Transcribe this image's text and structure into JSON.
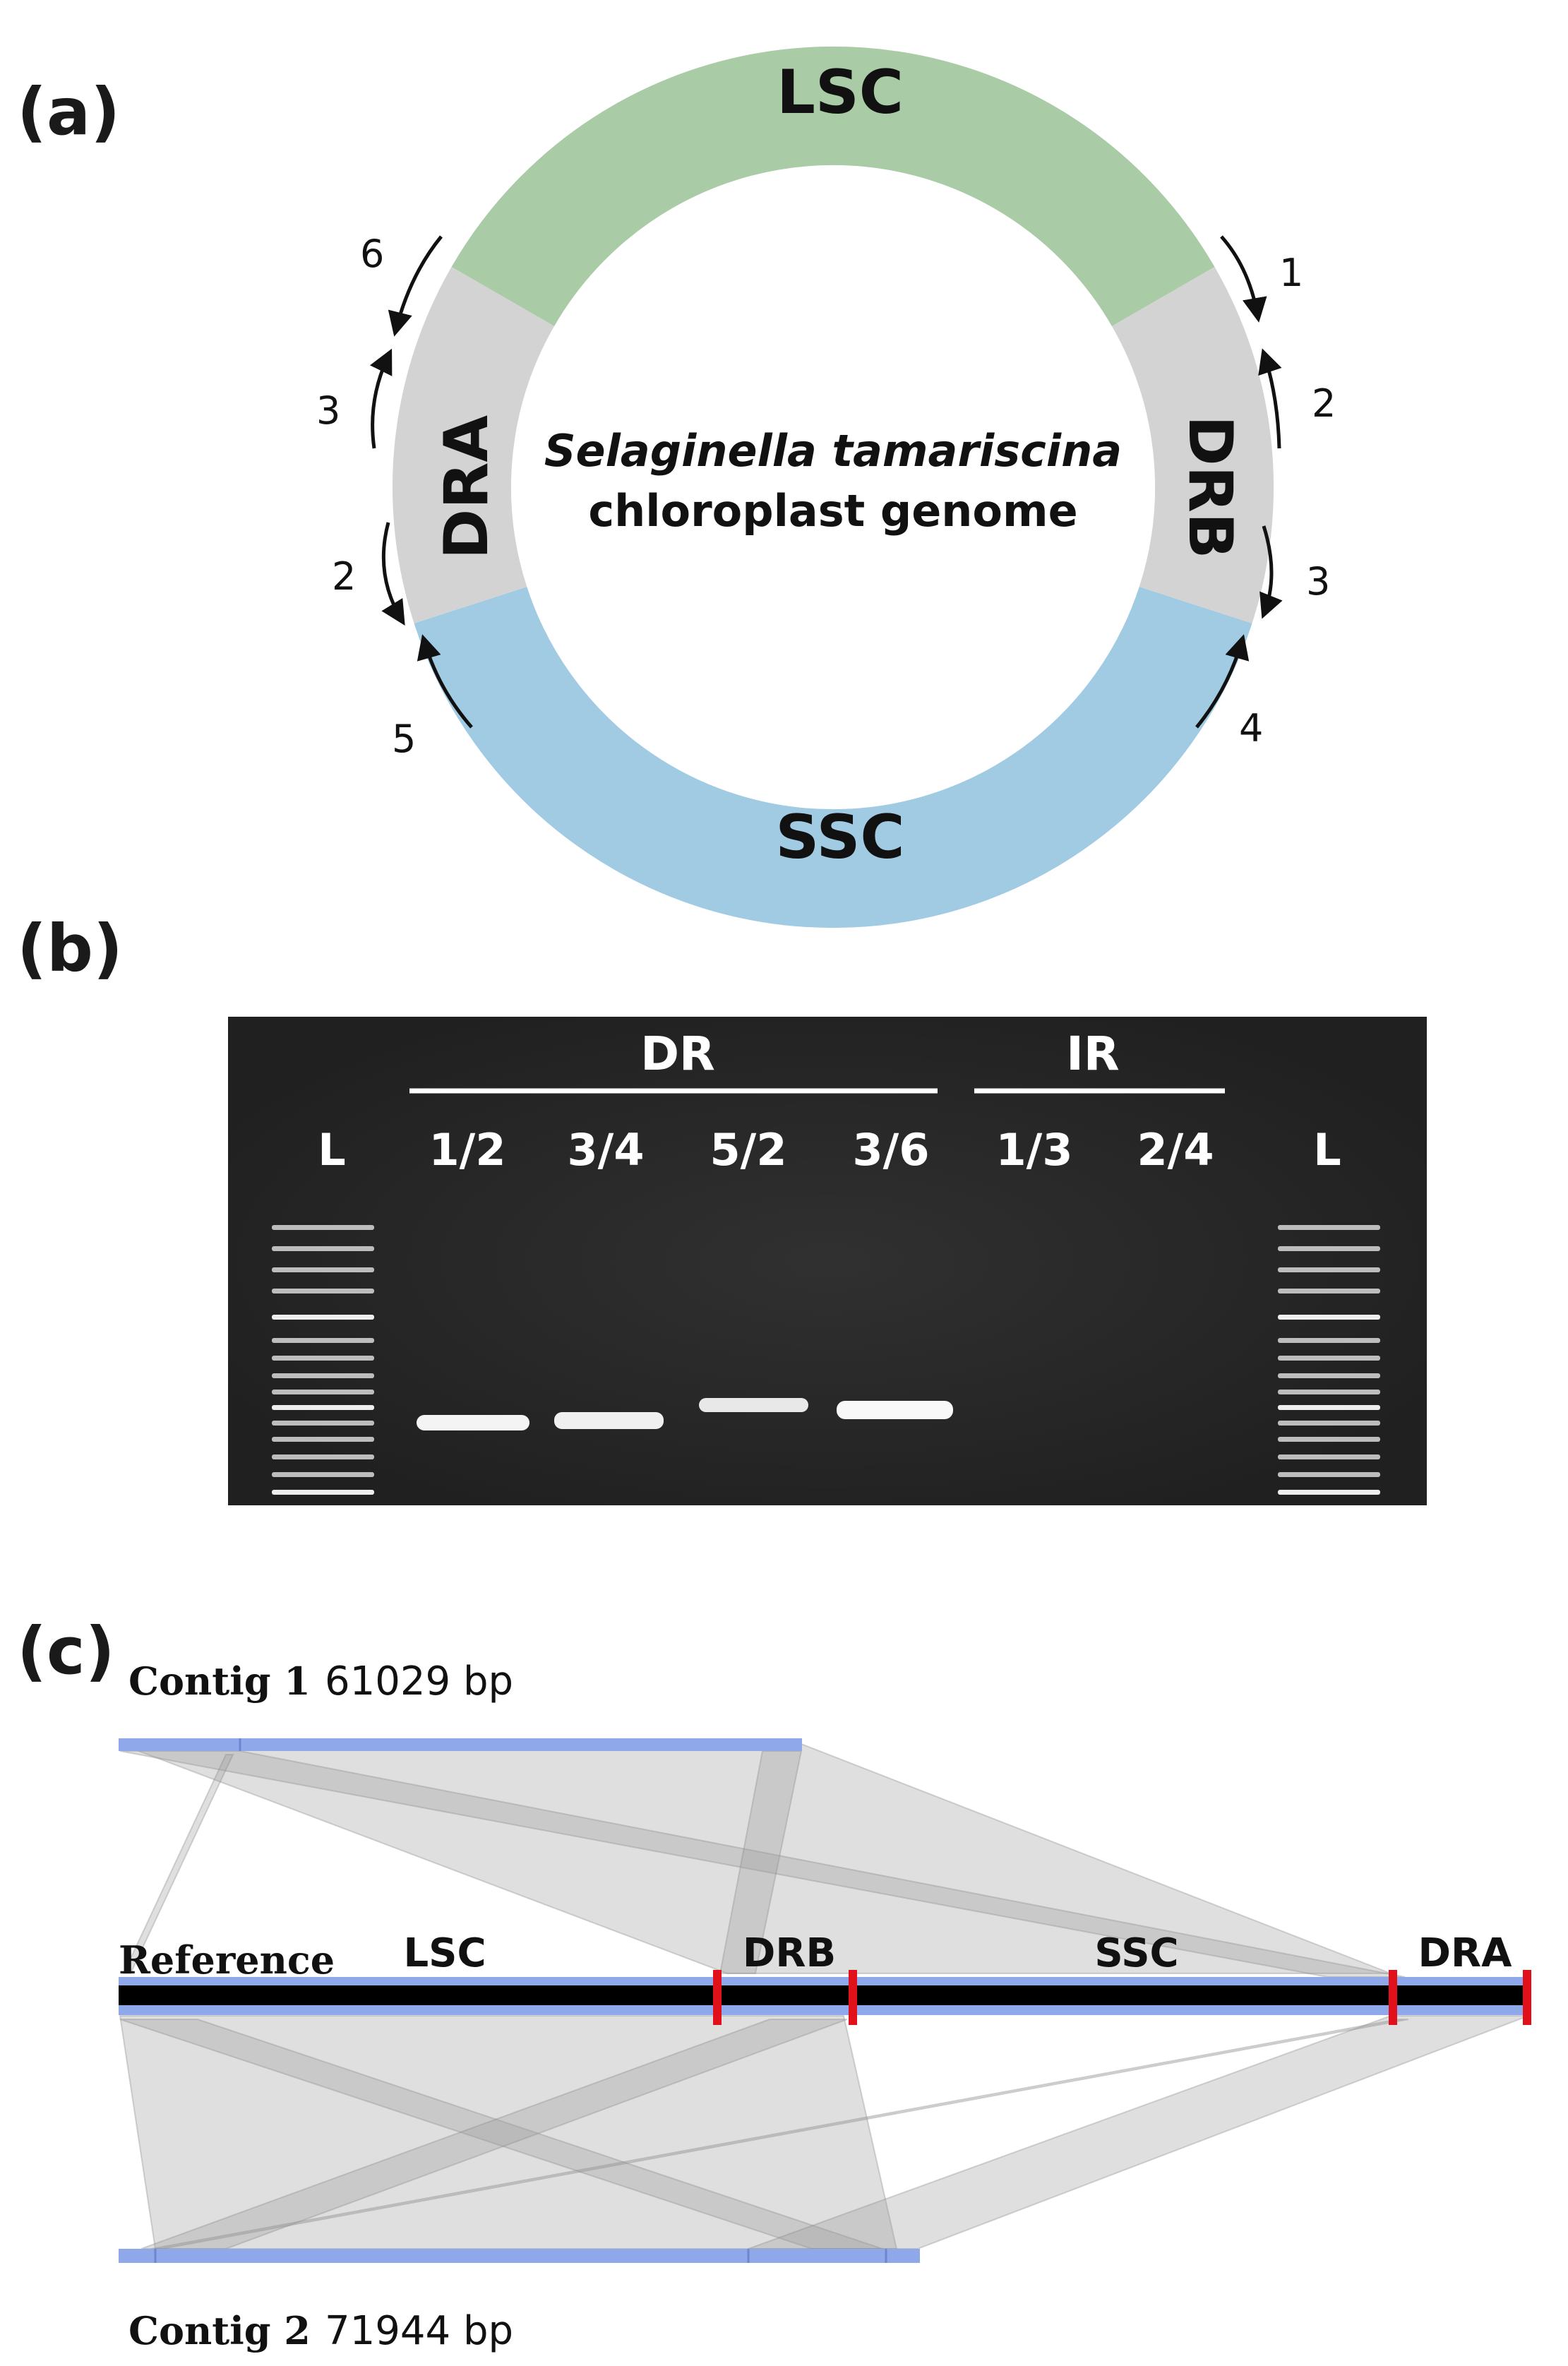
{
  "panel_a": {
    "label": "(a)",
    "title_species": "Selaginella tamariscina",
    "title_rest": "chloroplast genome",
    "segments": {
      "lsc": {
        "label": "LSC",
        "color": "#a9cba6"
      },
      "drb": {
        "label": "DRB",
        "color": "#d3d3d3"
      },
      "ssc": {
        "label": "SSC",
        "color": "#a0cbe3"
      },
      "dra": {
        "label": "DRA",
        "color": "#d3d3d3"
      }
    },
    "primers": [
      "1",
      "2",
      "3",
      "4",
      "5",
      "6",
      "3",
      "2"
    ]
  },
  "panel_b": {
    "label": "(b)",
    "group_dr": "DR",
    "group_ir": "IR",
    "lanes": [
      "L",
      "1/2",
      "3/4",
      "5/2",
      "3/6",
      "1/3",
      "2/4",
      "L"
    ]
  },
  "panel_c": {
    "label": "(c)",
    "contig1": {
      "name": "Contig 1",
      "size": "61029 bp"
    },
    "contig2": {
      "name": "Contig 2",
      "size": "71944 bp"
    },
    "reference": {
      "name": "Reference",
      "regions": [
        "LSC",
        "DRB",
        "SSC",
        "DRA"
      ]
    },
    "colors": {
      "track": "#8fa8ea",
      "reference_line": "#000000",
      "boundary": "#e0111b",
      "ribbon": "#bdbdbd"
    }
  }
}
